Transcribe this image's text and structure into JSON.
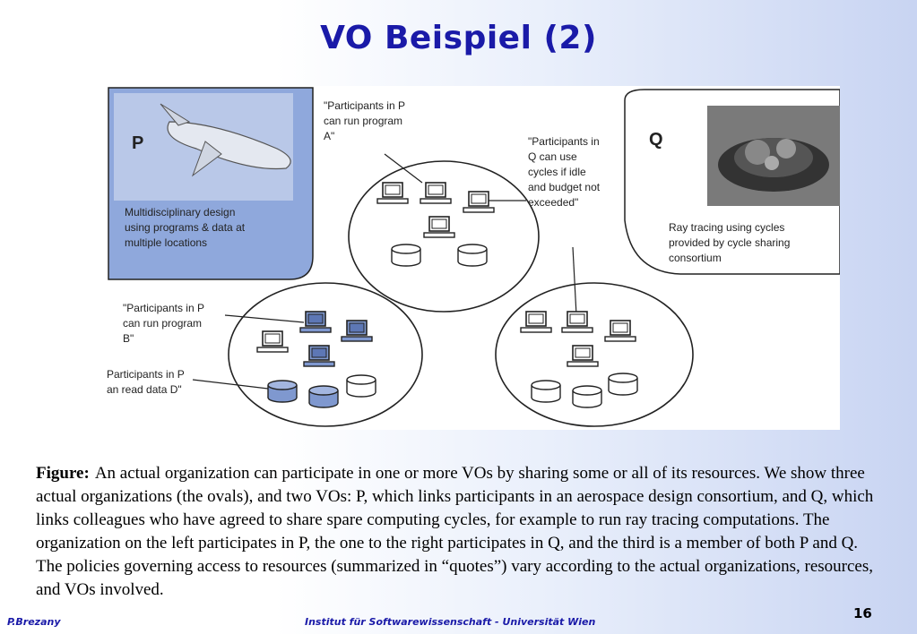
{
  "slide": {
    "title": "VO Beispiel (2)",
    "page_number": "16",
    "footer_author": "P.Brezany",
    "footer_institute": "Institut für Softwarewissenschaft - Universität Wien"
  },
  "figure": {
    "vo_p": {
      "letter": "P",
      "desc": [
        "Multidisciplinary design",
        "using programs & data at",
        "multiple locations"
      ]
    },
    "vo_q": {
      "letter": "Q",
      "desc": [
        "Ray tracing using cycles",
        "provided by cycle sharing",
        "consortium"
      ]
    },
    "quote_a": [
      "\"Participants in P",
      "can run program",
      "A\""
    ],
    "quote_q": [
      "\"Participants in",
      "Q can use",
      "cycles if idle",
      "and budget not",
      "exceeded\""
    ],
    "quote_b": [
      "\"Participants in P",
      "can run program",
      "B\""
    ],
    "quote_d": [
      "Participants in P",
      "an read data D\""
    ]
  },
  "caption": {
    "lead": "Figure:",
    "text": "An actual organization can participate in one or more VOs by sharing some or all of its resources. We show three actual organizations (the ovals), and two VOs: P, which links participants in an aerospace design consortium, and Q, which links colleagues who have agreed to share spare computing cycles, for example to run ray tracing computations. The organization on the left participates in P, the one to the right participates in Q, and the third is a member of both P and Q. The policies governing access to resources (summarized in “quotes”) vary according to the actual organizations, resources, and VOs involved."
  }
}
